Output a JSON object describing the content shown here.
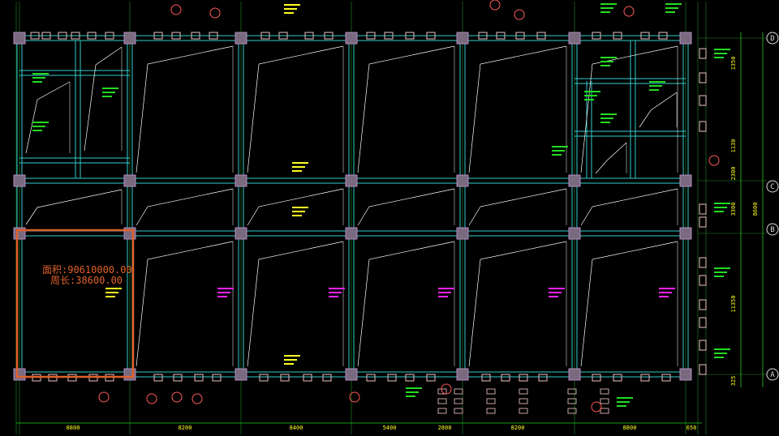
{
  "drawing": {
    "measurement": {
      "area_label": "面积:90610000.00",
      "perimeter_label": "周长:38600.00"
    },
    "axis_labels_right": [
      "D",
      "C",
      "B",
      "A"
    ],
    "bottom_dimensions": [
      "8800",
      "8200",
      "8400",
      "5400",
      "2800",
      "8200",
      "8800",
      "650"
    ],
    "right_dimensions": [
      "1350",
      "1130",
      "2300",
      "3300",
      "8600",
      "11350",
      "325"
    ],
    "colors": {
      "beam": "#33cccc",
      "column": "#7a6a80",
      "measure_outline": "#e0602a",
      "annotation_green": "#22dd22",
      "annotation_magenta": "#ff22ff",
      "annotation_yellow": "#ffff22",
      "brick": "#c9a4a4",
      "dimension_line": "#22cc22"
    }
  }
}
